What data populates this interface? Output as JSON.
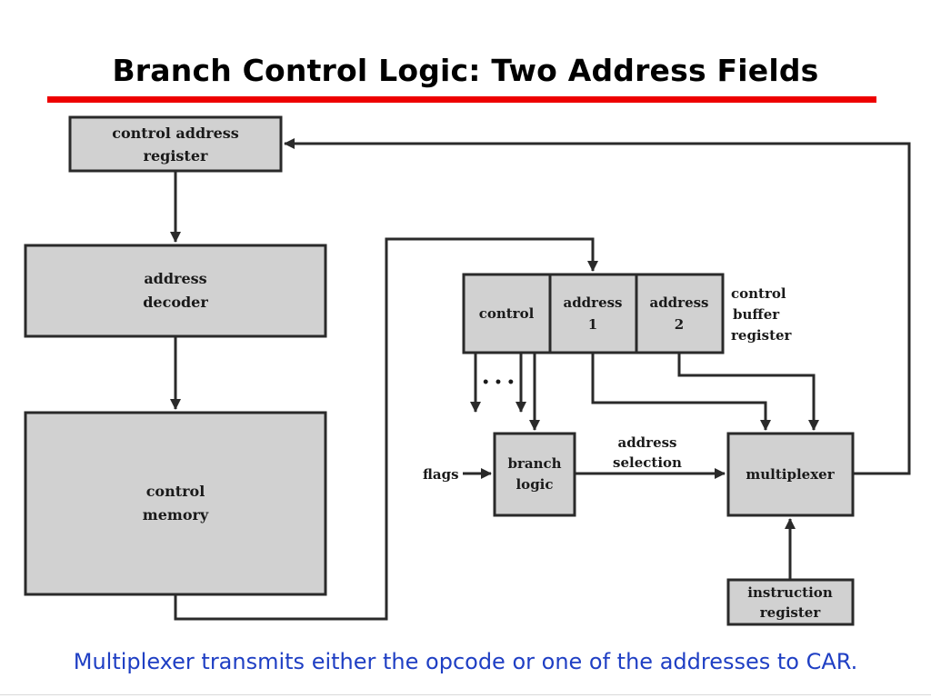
{
  "slide": {
    "title": "Branch Control Logic: Two Address Fields",
    "caption": "Multiplexer transmits either the opcode or one of the addresses to CAR."
  },
  "diagram": {
    "control_address_register": {
      "line1": "control address",
      "line2": "register"
    },
    "address_decoder": {
      "line1": "address",
      "line2": "decoder"
    },
    "control_memory": {
      "line1": "control",
      "line2": "memory"
    },
    "cbr_fields": {
      "control": "control",
      "address1_line1": "address",
      "address1_line2": "1",
      "address2_line1": "address",
      "address2_line2": "2"
    },
    "cbr_label": {
      "line1": "control",
      "line2": "buffer",
      "line3": "register"
    },
    "branch_logic": {
      "line1": "branch",
      "line2": "logic"
    },
    "flags": "flags",
    "address_selection": {
      "line1": "address",
      "line2": "selection"
    },
    "multiplexer": "multiplexer",
    "instruction_register": {
      "line1": "instruction",
      "line2": "register"
    },
    "ellipsis": "• • •"
  },
  "colors": {
    "title_rule": "#ee0000",
    "caption_text": "#1f3fc4",
    "box_fill": "#d1d1d1",
    "stroke": "#2a2a2a"
  }
}
